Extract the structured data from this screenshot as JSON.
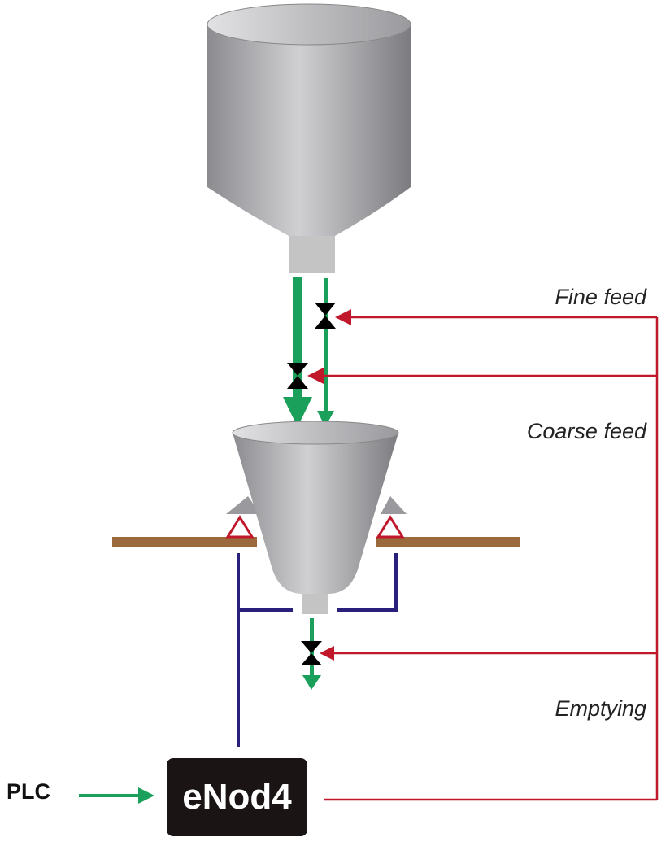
{
  "labels": {
    "fine_feed": "Fine feed",
    "coarse_feed": "Coarse feed",
    "emptying": "Emptying",
    "plc": "PLC",
    "controller": "eNod4"
  },
  "colors": {
    "flow": "#1aa05a",
    "signal": "#c0182a",
    "wiring": "#2a1f7a",
    "beam": "#9a6a3c",
    "vessel": "#a8a8ab"
  }
}
